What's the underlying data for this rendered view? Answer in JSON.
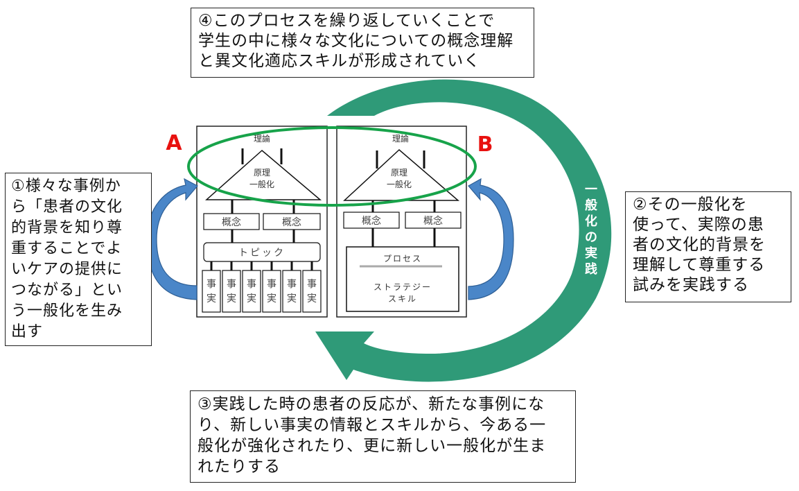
{
  "colors": {
    "cycle_arrow": "#2f9a78",
    "highlight_ellipse": "#17a34a",
    "side_arrow": "#4a86c8",
    "side_arrow_dark": "#2e5f95",
    "label_red": "#e8110f",
    "frame": "#222222"
  },
  "labels": {
    "a": "A",
    "b": "B"
  },
  "cycle_label": [
    "一",
    "般",
    "化",
    "の",
    "実",
    "践"
  ],
  "panel_a": {
    "theory": "理論",
    "principle": [
      "原理",
      "一般化"
    ],
    "concepts": [
      "概念",
      "概念"
    ],
    "topic": "トピック",
    "facts": [
      [
        "事",
        "実"
      ],
      [
        "事",
        "実"
      ],
      [
        "事",
        "実"
      ],
      [
        "事",
        "実"
      ],
      [
        "事",
        "実"
      ],
      [
        "事",
        "実"
      ]
    ]
  },
  "panel_b": {
    "theory": "理論",
    "principle": [
      "原理",
      "一般化"
    ],
    "concepts": [
      "概念",
      "概念"
    ],
    "process": "プロセス",
    "strategy": [
      "ストラテジー",
      "スキル"
    ]
  },
  "notes": {
    "step1": [
      "①様々な事例か",
      "ら「患者の文化",
      "的背景を知り尊",
      "重することでよ",
      "いケアの提供に",
      "つながる」とい",
      "う一般化を生み",
      "出す"
    ],
    "step2": [
      "②その一般化を",
      "使って、実際の患",
      "者の文化的背景を",
      "理解して尊重する",
      "試みを実践する"
    ],
    "step3": [
      "③実践した時の患者の反応が、新たな事例にな",
      "り、新しい事実の情報とスキルから、今ある一",
      "般化が強化されたり、更に新しい一般化が生ま",
      "れたりする"
    ],
    "step4": [
      "④このプロセスを繰り返していくことで",
      "学生の中に様々な文化についての概念理解",
      "と異文化適応スキルが形成されていく"
    ]
  }
}
